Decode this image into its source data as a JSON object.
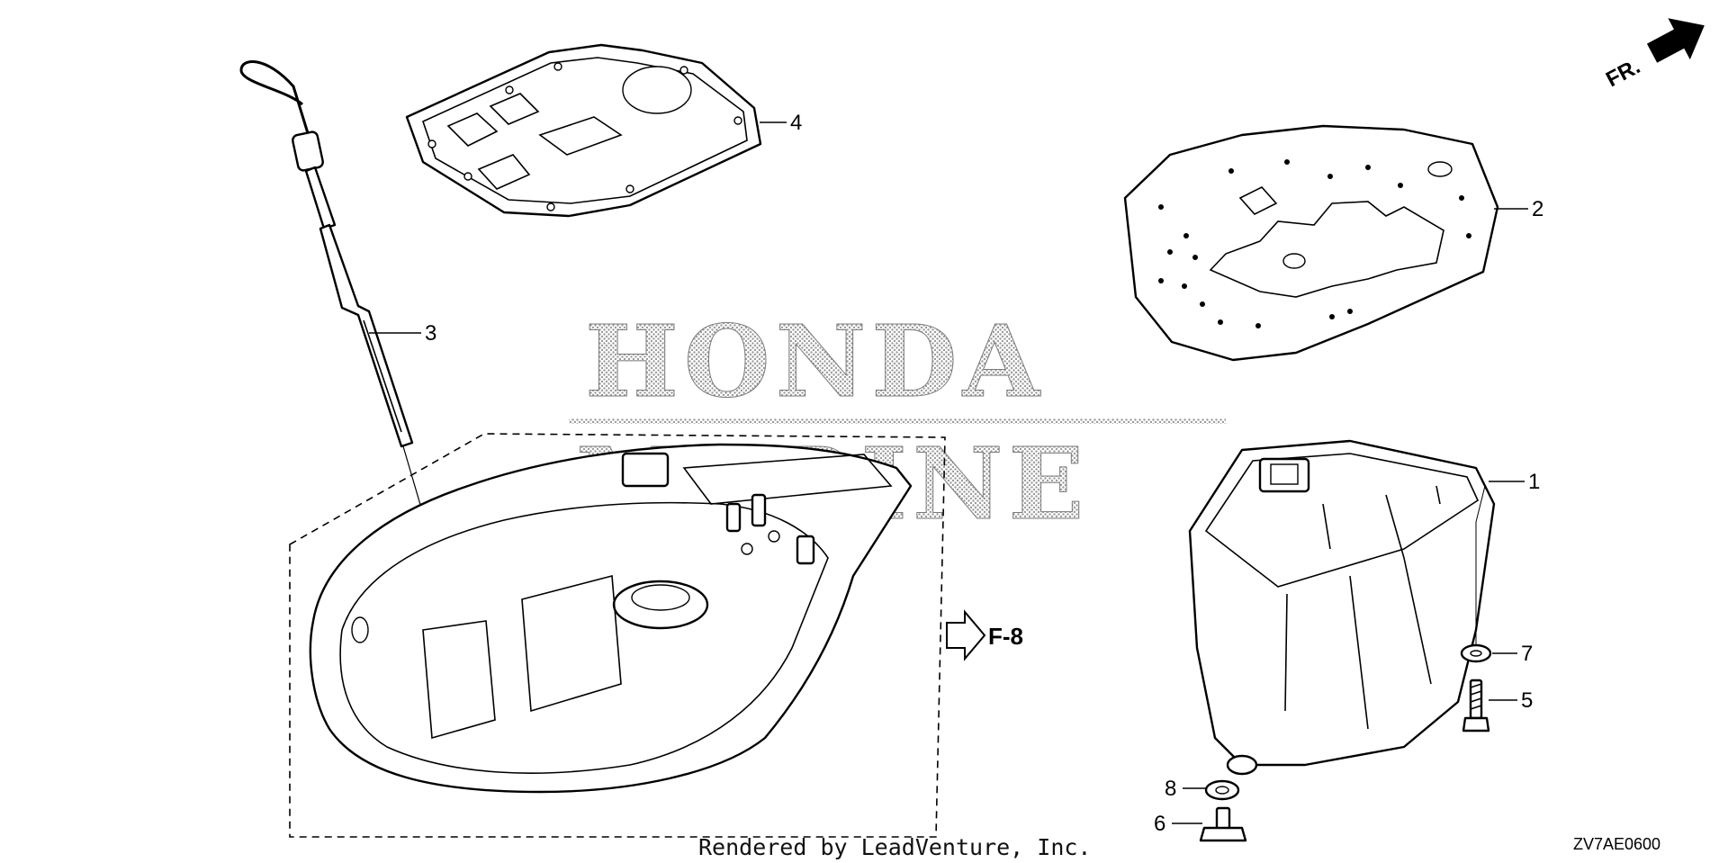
{
  "watermark": {
    "line1": "HONDA",
    "line2": "MARINE"
  },
  "direction_indicator": {
    "label": "FR."
  },
  "reference": {
    "label": "F-8"
  },
  "callouts": [
    {
      "number": "1",
      "part": "oil-pan"
    },
    {
      "number": "2",
      "part": "plate-gasket"
    },
    {
      "number": "3",
      "part": "dipstick"
    },
    {
      "number": "4",
      "part": "oil-pan-gasket"
    },
    {
      "number": "5",
      "part": "bolt"
    },
    {
      "number": "6",
      "part": "drain-bolt"
    },
    {
      "number": "7",
      "part": "washer"
    },
    {
      "number": "8",
      "part": "drain-washer"
    }
  ],
  "footer": {
    "credit": "Rendered by LeadVenture, Inc.",
    "diagram_code": "ZV7AE0600"
  }
}
